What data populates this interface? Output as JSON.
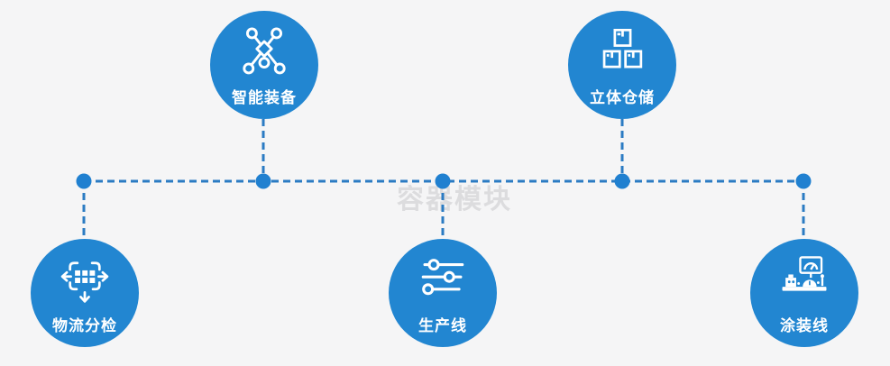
{
  "diagram": {
    "watermark": "容器模块",
    "nodes": [
      {
        "label": "智能装备",
        "icon": "network-nodes-icon",
        "row": "top"
      },
      {
        "label": "立体仓储",
        "icon": "stacked-boxes-icon",
        "row": "top"
      },
      {
        "label": "物流分检",
        "icon": "sorting-distribute-icon",
        "row": "bottom"
      },
      {
        "label": "生产线",
        "icon": "sliders-icon",
        "row": "bottom"
      },
      {
        "label": "涂装线",
        "icon": "coating-machine-icon",
        "row": "bottom"
      }
    ],
    "colors": {
      "node_fill": "#2286d1",
      "connector_line": "#2b7bc3",
      "junction_dot": "#2080d0",
      "background": "#f5f5f6",
      "label_text": "#ffffff",
      "watermark_text": "#dcdcde"
    }
  }
}
